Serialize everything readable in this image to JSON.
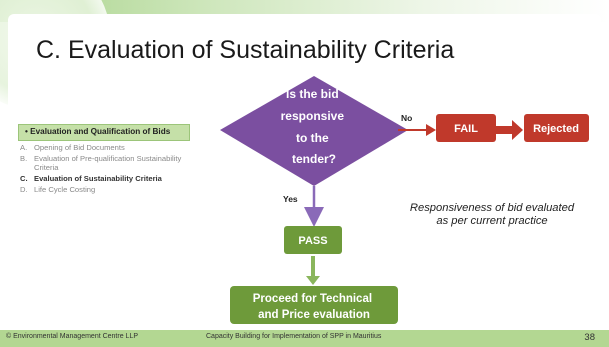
{
  "slide": {
    "title": "C. Evaluation of Sustainability Criteria",
    "page_number": "38"
  },
  "sidebar": {
    "header": "• Evaluation and Qualification of Bids",
    "items": [
      {
        "letter": "A.",
        "text": "Opening of Bid Documents",
        "active": false
      },
      {
        "letter": "B.",
        "text": "Evaluation of Pre-qualification Sustainability Criteria",
        "active": false
      },
      {
        "letter": "C.",
        "text": "Evaluation of Sustainability Criteria",
        "active": true
      },
      {
        "letter": "D.",
        "text": "Life Cycle Costing",
        "active": false
      }
    ]
  },
  "flowchart": {
    "decision": "Is the bid responsive to the tender?",
    "decision_lines": [
      "Is the bid",
      "responsive",
      "to the",
      "tender?"
    ],
    "no_label": "No",
    "yes_label": "Yes",
    "fail": "FAIL",
    "rejected": "Rejected",
    "pass": "PASS",
    "proceed": "Proceed for Technical and Price evaluation",
    "proceed_lines": [
      "Proceed for Technical",
      "and Price evaluation"
    ],
    "note": "Responsiveness of bid evaluated as per current practice",
    "colors": {
      "decision": "#7b4fa0",
      "fail": "#c0392b",
      "rejected": "#c0392b",
      "pass": "#6e9a3a",
      "proceed": "#6e9a3a",
      "arrow_purple": "#8a6ab8",
      "arrow_red": "#c0392b",
      "arrow_green": "#8ab65c"
    }
  },
  "footer": {
    "left": "© Environmental Management Centre LLP",
    "center": "Capacity Building for Implementation of SPP in Mauritius"
  }
}
